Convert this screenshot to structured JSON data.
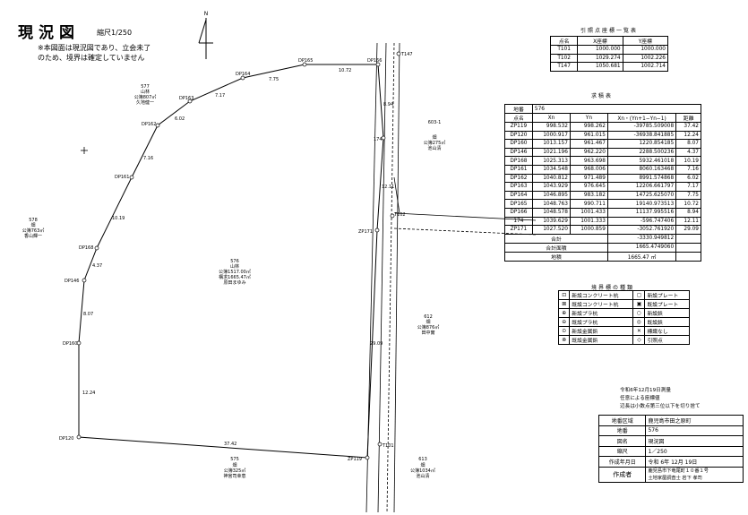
{
  "header": {
    "title": "現況図",
    "scale": "縮尺1/250",
    "note_line1": "※本図面は現況図であり、立会未了",
    "note_line2": "のため、境界は確定していません"
  },
  "north_mark": "N",
  "reference_table": {
    "caption": "引照点座標一覧表",
    "headers": [
      "点名",
      "X座標",
      "Y座標"
    ],
    "rows": [
      [
        "T101",
        "1000.000",
        "1000.000"
      ],
      [
        "T102",
        "1029.274",
        "1002.226"
      ],
      [
        "T147",
        "1050.681",
        "1002.714"
      ]
    ]
  },
  "area_table": {
    "caption": "求積表",
    "lot_label": "地番",
    "lot_value": "576",
    "headers": [
      "点名",
      "Xn",
      "Yn",
      "Xn・(Yn+1−Yn−1)",
      "距離"
    ],
    "rows": [
      [
        "ZP119",
        "998.532",
        "998.262",
        "-39785.509008",
        "37.42"
      ],
      [
        "DP120",
        "1000.917",
        "961.015",
        "-36938.841885",
        "12.24"
      ],
      [
        "DP160",
        "1013.157",
        "961.467",
        "1220.854185",
        "8.07"
      ],
      [
        "DP146",
        "1021.196",
        "962.220",
        "2288.500236",
        "4.37"
      ],
      [
        "DP168",
        "1025.313",
        "963.698",
        "5932.461018",
        "10.19"
      ],
      [
        "DP161",
        "1034.548",
        "968.006",
        "8060.163468",
        "7.16"
      ],
      [
        "DP162",
        "1040.812",
        "971.489",
        "8991.574868",
        "6.02"
      ],
      [
        "DP163",
        "1043.929",
        "976.645",
        "12206.661797",
        "7.17"
      ],
      [
        "DP164",
        "1046.895",
        "983.182",
        "14725.625070",
        "7.75"
      ],
      [
        "DP165",
        "1048.763",
        "990.711",
        "19140.973513",
        "10.72"
      ],
      [
        "DP166",
        "1048.578",
        "1001.433",
        "11137.995516",
        "8.94"
      ],
      [
        "174",
        "1039.629",
        "1001.333",
        "-596.747406",
        "12.11"
      ],
      [
        "ZP171",
        "1027.520",
        "1000.859",
        "-3052.761920",
        "29.09"
      ]
    ],
    "sum_label": "合計",
    "sum_value": "-3330.949812",
    "area_sum_label": "合計面積",
    "area_sum_value": "1665.4749060",
    "area_label": "地積",
    "area_value": "1665.47",
    "area_unit": "㎡"
  },
  "legend": {
    "caption": "境界標の種類",
    "items": [
      [
        "新設コンクリート杭",
        "新設プレート"
      ],
      [
        "既設コンクリート杭",
        "既設プレート"
      ],
      [
        "新設プラ杭",
        "新設鋲"
      ],
      [
        "既設プラ杭",
        "既設鋲"
      ],
      [
        "新設金属鋲",
        "標識なし"
      ],
      [
        "既設金属鋲",
        "引照点"
      ]
    ]
  },
  "survey_note": {
    "line1": "令和6年12月19日測量",
    "line2": "任意による座標値",
    "line3": "辺長は小数点第三位以下を切り捨て"
  },
  "meta_table": {
    "rows": [
      [
        "地番区域",
        "鹿児島市田之原町"
      ],
      [
        "地番",
        "576"
      ],
      [
        "図名",
        "現況図"
      ],
      [
        "縮尺",
        "1／250"
      ],
      [
        "作成年月日",
        "令和 6年 12月 19日"
      ]
    ],
    "author_label": "作成者",
    "author_line1": "鹿児島市下竜尾町１０番１号",
    "author_line2": "土地家屋調査士 岩下 孝司"
  },
  "plot": {
    "points": {
      "DP165": "DP165",
      "DP166": "DP166",
      "DP164": "DP164",
      "DP163": "DP163",
      "DP162": "DP162",
      "DP161": "DP161",
      "DP168": "DP168",
      "DP146": "DP146",
      "DP160": "DP160",
      "DP120": "DP120",
      "ZP119": "ZP119",
      "ZP171": "ZP171",
      "T101": "T101",
      "T102": "T102",
      "T147": "T147",
      "p174": "174"
    },
    "distances": {
      "d165_166": "10.72",
      "d164_165": "7.75",
      "d163_164": "7.17",
      "d162_163": "6.02",
      "d161_162": "7.16",
      "d168_161": "10.19",
      "d146_168": "4.37",
      "d160_146": "8.07",
      "d120_160": "12.24",
      "d120_119": "37.42",
      "d166_174": "8.94",
      "d174_171": "12.11",
      "d171_119": "29.09"
    },
    "parcels": {
      "p577": [
        "577",
        "山林",
        "公簿807㎡",
        "久地健一"
      ],
      "p578": [
        "578",
        "畑",
        "公簿763㎡",
        "香山輝一"
      ],
      "p576": [
        "576",
        "山林",
        "公簿1517.00㎡",
        "構求1665.47㎡",
        "原田まゆみ"
      ],
      "p603": [
        "603-1",
        "畑",
        "公簿275㎡",
        "池山清"
      ],
      "p612": [
        "612",
        "畑",
        "公簿876㎡",
        "田中實"
      ],
      "p575": [
        "575",
        "畑",
        "公簿325㎡",
        "神宮司幸恵"
      ],
      "p613": [
        "613",
        "畑",
        "公簿1034㎡",
        "池山清"
      ]
    }
  }
}
